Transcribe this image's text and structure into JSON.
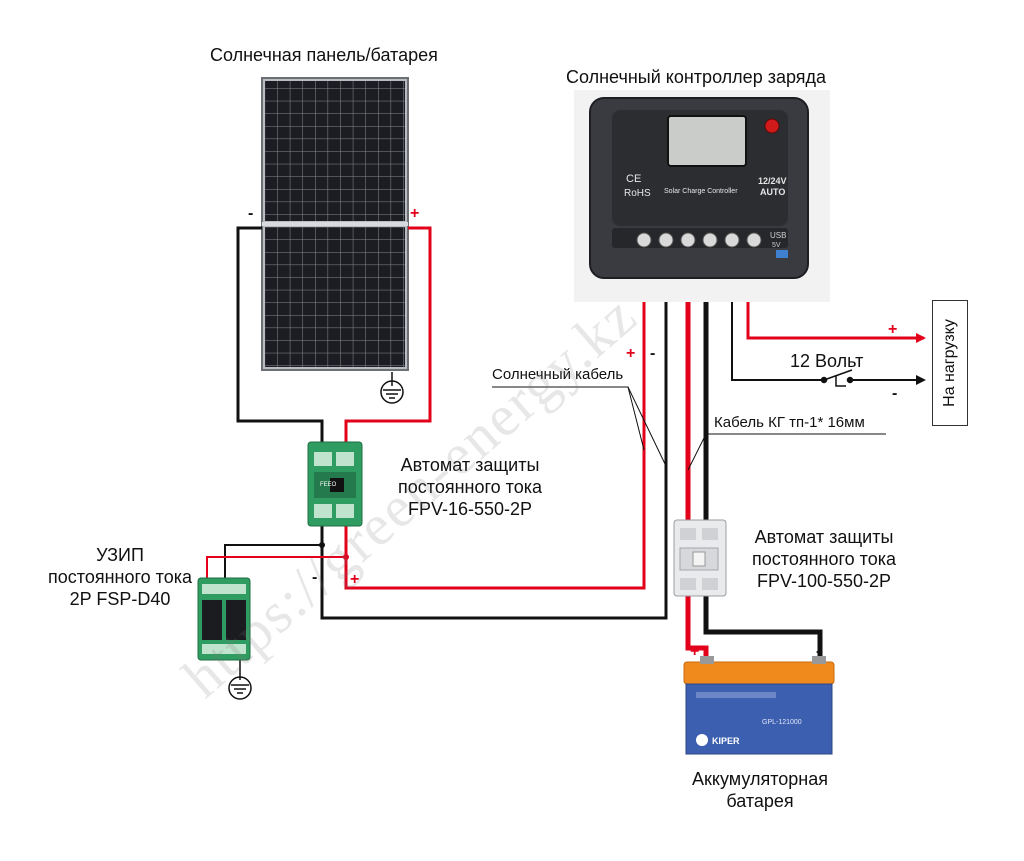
{
  "labels": {
    "solar_panel": "Солнечная панель/батарея",
    "charge_controller": "Солнечный контроллер заряда",
    "breaker1_line1": "Автомат защиты",
    "breaker1_line2": "постоянного тока",
    "breaker1_line3": "FPV-16-550-2P",
    "spd_line1": "УЗИП",
    "spd_line2": "постоянного тока",
    "spd_line3": "2P FSP-D40",
    "solar_cable": "Солнечный кабель",
    "kg_cable": "Кабель КГ тп-1* 16мм",
    "breaker2_line1": "Автомат защиты",
    "breaker2_line2": "постоянного тока",
    "breaker2_line3": "FPV-100-550-2P",
    "battery_line1": "Аккумуляторная",
    "battery_line2": "батарея",
    "voltage": "12 Вольт",
    "load": "На нагрузку"
  },
  "signs": {
    "plus": "+",
    "minus": "-"
  },
  "controller_markings": {
    "ce": "CE",
    "rohs": "RoHS",
    "name": "Solar Charge Controller",
    "voltage": "12/24V",
    "mode": "AUTO",
    "usb": "USB",
    "usb_v": "5V"
  },
  "battery_markings": {
    "brand": "KIPER",
    "model": "GPL-121000"
  },
  "breaker_markings": {
    "brand": "FEEO"
  },
  "watermark": "https://green-energy.kz",
  "colors": {
    "positive_wire": "#e3001b",
    "negative_wire": "#111111",
    "spd_green": "#2f9d62",
    "battery_orange": "#f08a1c",
    "battery_blue": "#3d5fb0"
  }
}
